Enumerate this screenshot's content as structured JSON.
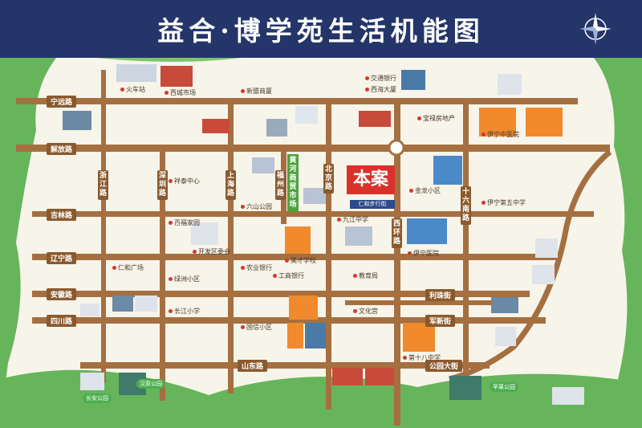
{
  "header": {
    "title": "益合·博学苑生活机能图"
  },
  "project": {
    "label": "本案",
    "sub": "仁和步行街"
  },
  "market": {
    "label": "黄河商贸市场"
  },
  "roads": {
    "ningyuan": "宁远路",
    "jiefang": "解放路",
    "jilin": "吉林路",
    "liaoning": "辽宁路",
    "anhui": "安徽路",
    "sichuan": "四川路",
    "shandong": "山东路",
    "gongyuan": "公园大街",
    "zhejiang": "浙江路",
    "shenzhen": "深圳路",
    "shanghai": "上海路",
    "fuzhou": "福州路",
    "beijing": "北京路",
    "xihuan": "西环路",
    "shiliunan": "十六南路",
    "lizhou": "利珠街",
    "junxin": "军新街"
  },
  "places": {
    "railway": "火车站",
    "west_center": "西城市场",
    "xinmeng": "新盟商厦",
    "jiaotong": "交通银行",
    "xinhai": "西海大厦",
    "jiayuan": "宝禄房地产",
    "xiangtai": "祥泰中心",
    "liushan": "六山公园",
    "baifu": "百福家园",
    "jiujiang": "九江中学",
    "jinlong": "金龙小区",
    "nongye": "农业银行",
    "hospital": "伊宁医院",
    "renhe_gc": "仁和广场",
    "lvzhou": "绿洲小区",
    "meiyu": "美才学校",
    "gonghang": "工商银行",
    "jiaoyu": "教育局",
    "changan": "长安公园",
    "hanyuan": "汉原公园",
    "pingguo": "苹果公园",
    "changjiang": "长江小学",
    "kaifa": "开发区委会",
    "guoxin": "国信小区",
    "yiling": "伊宁中医院",
    "yining_gd": "伊宁第五中学",
    "dishiba": "第十八中学",
    "wenhua": "文化宫"
  }
}
